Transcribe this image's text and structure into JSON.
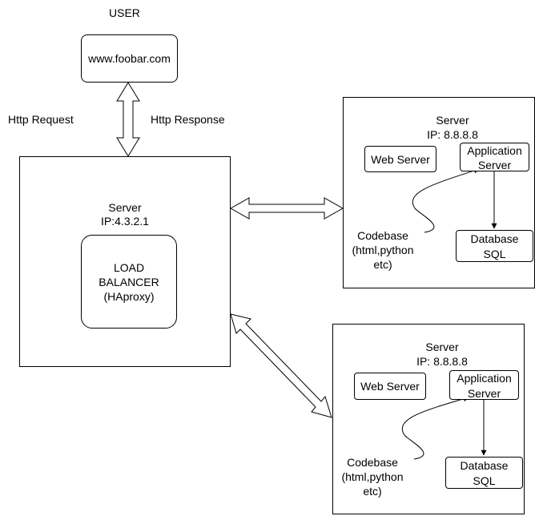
{
  "user": {
    "title": "USER",
    "domain": "www.foobar.com"
  },
  "http": {
    "request": "Http Request",
    "response": "Http Response"
  },
  "lb_server": {
    "title": "Server",
    "ip": "IP:4.3.2.1",
    "lb_line1": "LOAD",
    "lb_line2": "BALANCER",
    "lb_line3": "(HAproxy)"
  },
  "server1": {
    "title": "Server",
    "ip": "IP: 8.8.8.8",
    "web": "Web Server",
    "app_line1": "Application",
    "app_line2": "Server",
    "db_line1": "Database",
    "db_line2": "SQL",
    "code_line1": "Codebase",
    "code_line2": "(html,python",
    "code_line3": "etc)"
  },
  "server2": {
    "title": "Server",
    "ip": "IP: 8.8.8.8",
    "web": "Web Server",
    "app_line1": "Application",
    "app_line2": "Server",
    "db_line1": "Database",
    "db_line2": "SQL",
    "code_line1": "Codebase",
    "code_line2": "(html,python",
    "code_line3": "etc)"
  }
}
